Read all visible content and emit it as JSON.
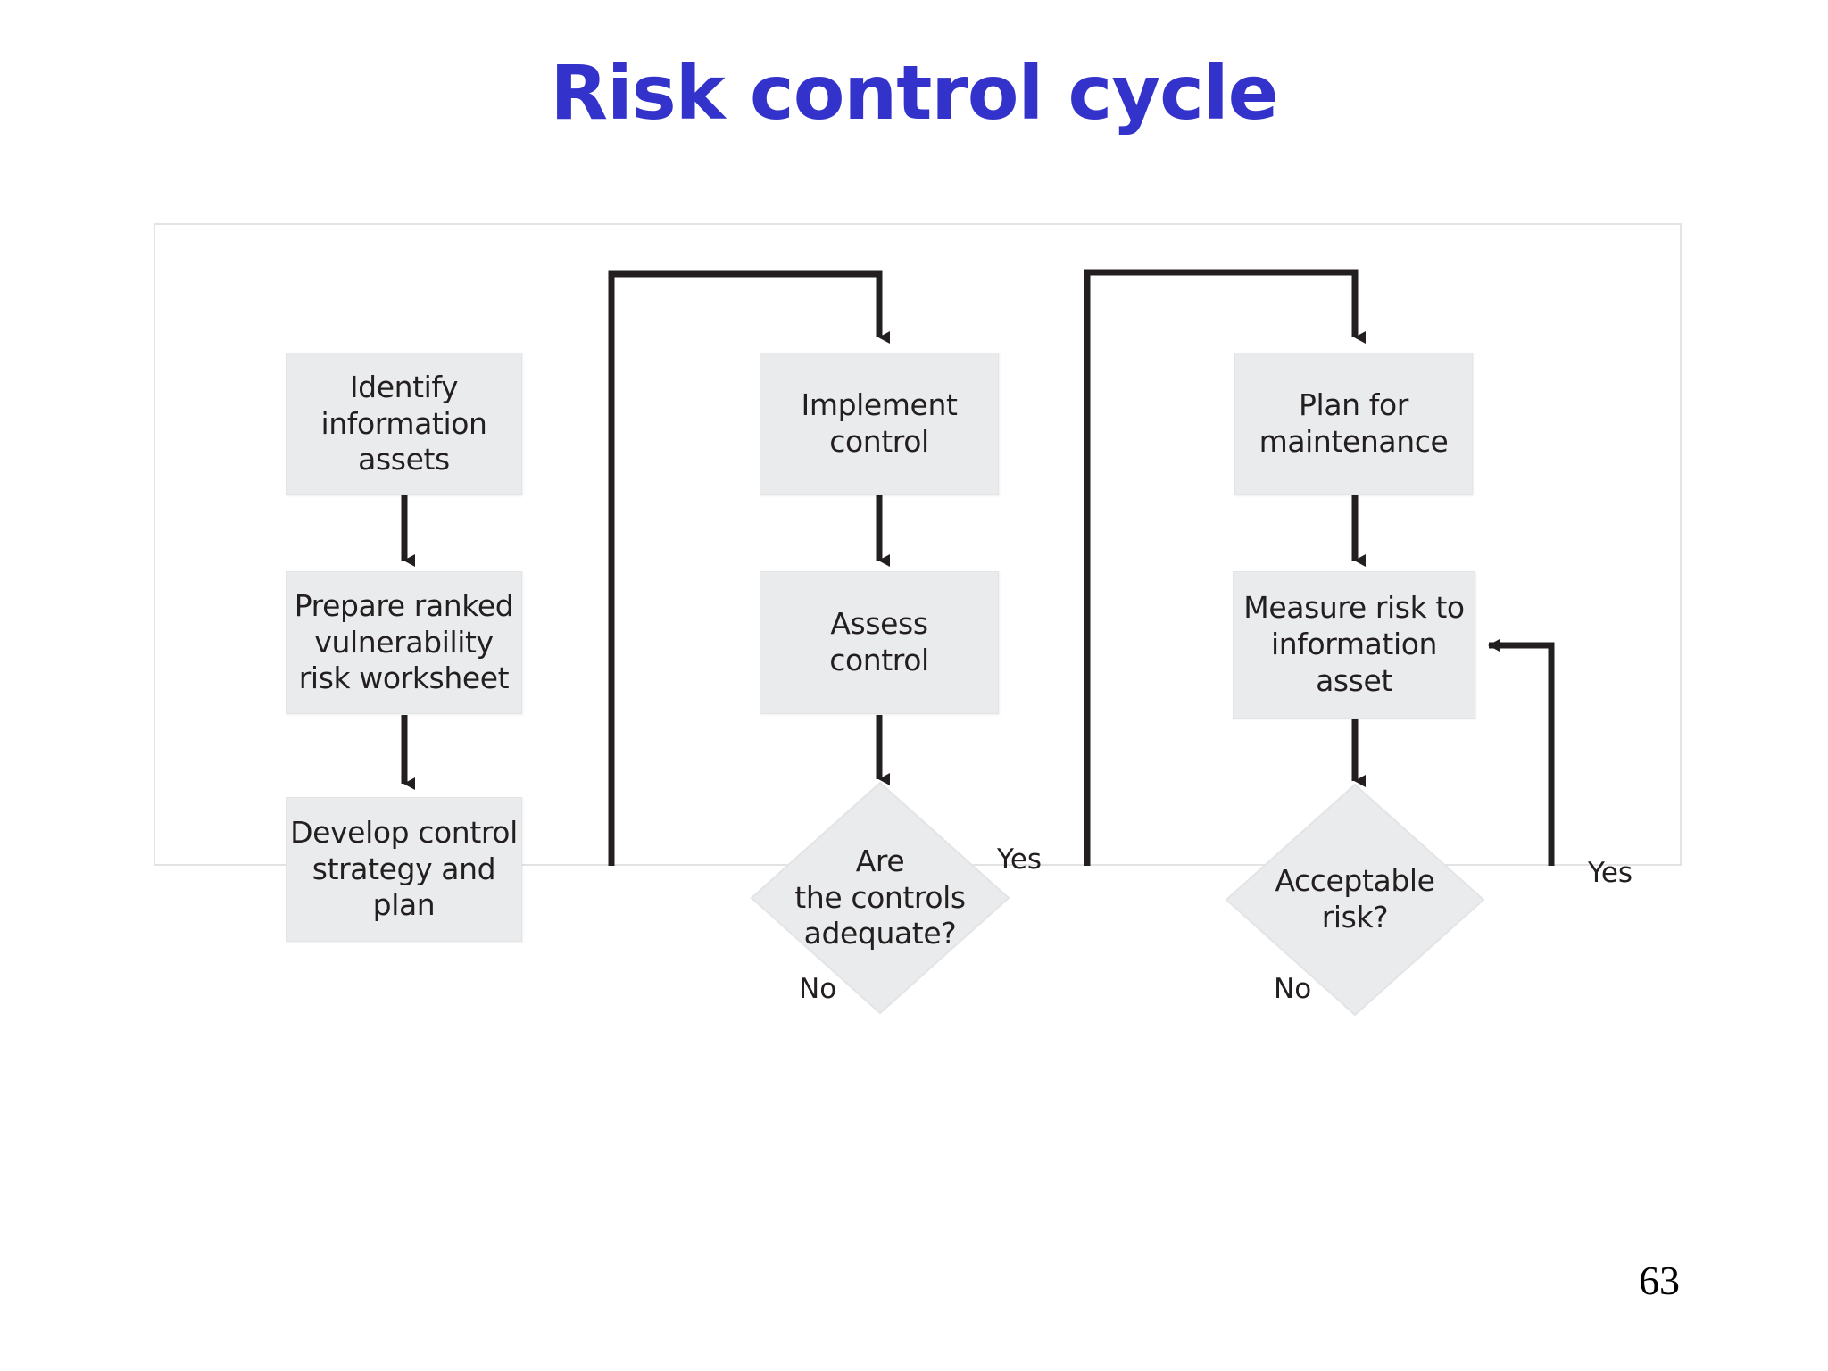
{
  "slide": {
    "title": "Risk control cycle",
    "title_color": "#3333CC",
    "page_number": "63"
  },
  "diagram": {
    "node_fill": "#E9EBEC",
    "line_color": "#231F20",
    "frame_border_color": "#E3E3E3",
    "nodes": [
      {
        "id": "identify-information-assets",
        "type": "process",
        "label": "Identify\ninformation\nassets"
      },
      {
        "id": "prepare-ranked-vulnerability-risk-worksheet",
        "type": "process",
        "label": "Prepare ranked\nvulnerability\nrisk worksheet"
      },
      {
        "id": "develop-control-strategy-and-plan",
        "type": "process",
        "label": "Develop control\nstrategy and\nplan"
      },
      {
        "id": "implement-control",
        "type": "process",
        "label": "Implement\ncontrol"
      },
      {
        "id": "assess-control",
        "type": "process",
        "label": "Assess\ncontrol"
      },
      {
        "id": "are-the-controls-adequate",
        "type": "decision",
        "label": "Are\nthe controls\nadequate?"
      },
      {
        "id": "plan-for-maintenance",
        "type": "process",
        "label": "Plan for\nmaintenance"
      },
      {
        "id": "measure-risk-to-information-asset",
        "type": "process",
        "label": "Measure risk to\ninformation\nasset"
      },
      {
        "id": "acceptable-risk",
        "type": "decision",
        "label": "Acceptable\nrisk?"
      }
    ],
    "edge_labels": {
      "controls_adequate_yes": "Yes",
      "controls_adequate_no": "No",
      "acceptable_risk_yes": "Yes",
      "acceptable_risk_no": "No"
    },
    "edges": [
      {
        "from": "identify-information-assets",
        "to": "prepare-ranked-vulnerability-risk-worksheet",
        "label": ""
      },
      {
        "from": "prepare-ranked-vulnerability-risk-worksheet",
        "to": "develop-control-strategy-and-plan",
        "label": ""
      },
      {
        "from": "develop-control-strategy-and-plan",
        "to": "implement-control",
        "label": ""
      },
      {
        "from": "implement-control",
        "to": "assess-control",
        "label": ""
      },
      {
        "from": "assess-control",
        "to": "are-the-controls-adequate",
        "label": ""
      },
      {
        "from": "are-the-controls-adequate",
        "to": "plan-for-maintenance",
        "label": "Yes"
      },
      {
        "from": "are-the-controls-adequate",
        "to": "develop-control-strategy-and-plan",
        "label": "No"
      },
      {
        "from": "plan-for-maintenance",
        "to": "measure-risk-to-information-asset",
        "label": ""
      },
      {
        "from": "measure-risk-to-information-asset",
        "to": "acceptable-risk",
        "label": ""
      },
      {
        "from": "acceptable-risk",
        "to": "measure-risk-to-information-asset",
        "label": "Yes"
      },
      {
        "from": "acceptable-risk",
        "to": "develop-control-strategy-and-plan",
        "label": "No"
      }
    ]
  }
}
